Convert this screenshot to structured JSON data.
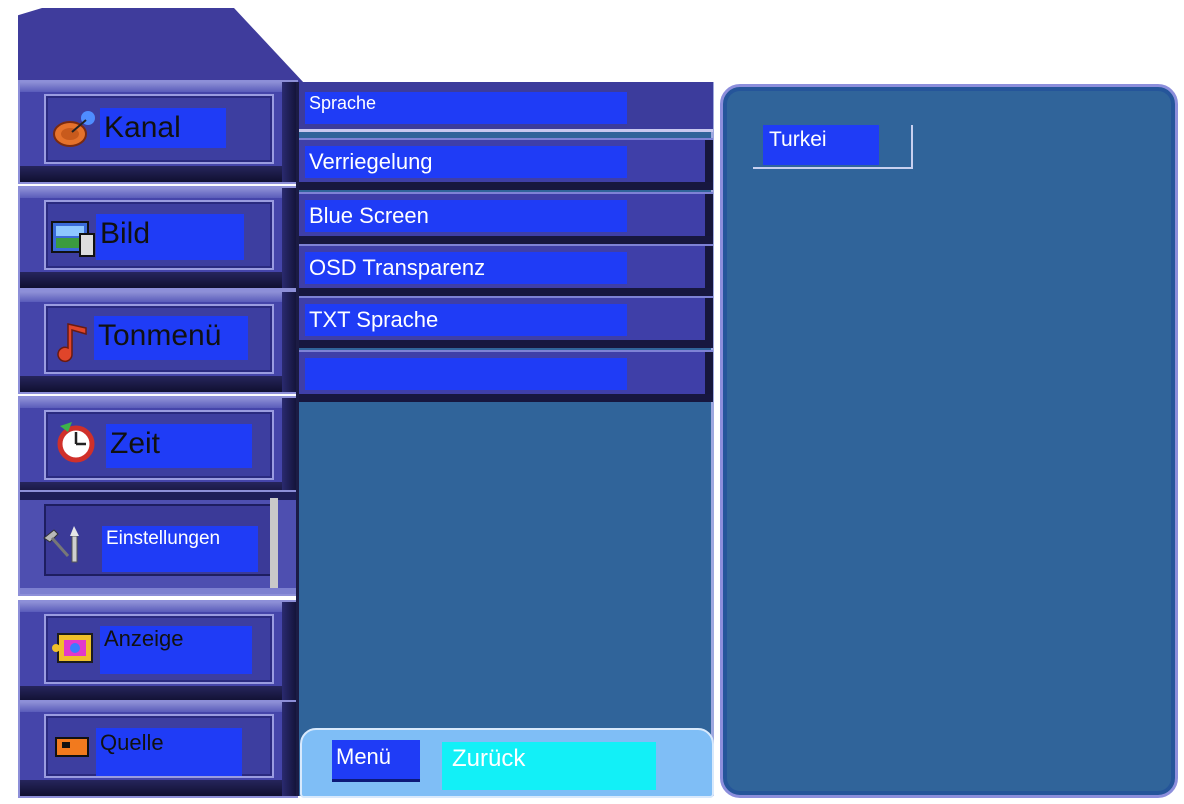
{
  "sidebar": {
    "items": [
      {
        "label": "Kanal",
        "icon": "satellite-dish-icon"
      },
      {
        "label": "Bild",
        "icon": "picture-icon"
      },
      {
        "label": "Tonmenü",
        "icon": "music-note-icon"
      },
      {
        "label": "Zeit",
        "icon": "clock-icon"
      },
      {
        "label": "Einstellungen",
        "icon": "tools-icon"
      },
      {
        "label": "Anzeige",
        "icon": "display-icon"
      },
      {
        "label": "Quelle",
        "icon": "source-input-icon"
      }
    ],
    "active_item": "Einstellungen"
  },
  "center": {
    "header": "Sprache",
    "rows": [
      "Verriegelung",
      "Blue Screen",
      "OSD Transparenz",
      "TXT Sprache",
      ""
    ]
  },
  "footer": {
    "menu_label": "Menü",
    "back_label": "Zurück"
  },
  "right": {
    "value": "Turkei"
  },
  "colors": {
    "panel_blue": "#30649a",
    "label_blue": "#1f3cf6",
    "tile_purple": "#4545aa",
    "footer_light": "#7fbef6",
    "back_cyan": "#12f0f7"
  }
}
